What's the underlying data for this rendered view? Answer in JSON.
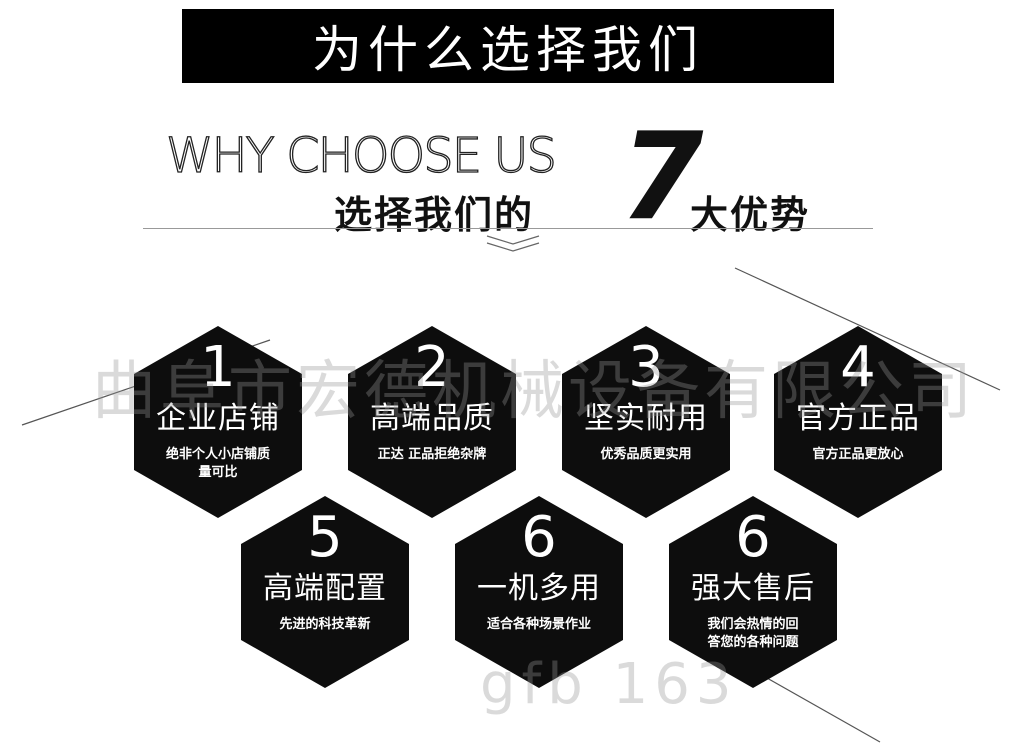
{
  "header": {
    "title": "为什么选择我们",
    "english_title": "WHY CHOOSE US",
    "subtitle_prefix": "选择我们的",
    "subtitle_number": "7",
    "subtitle_suffix": "大优势"
  },
  "watermark": {
    "company": "曲阜市宏德机械设备有限公司",
    "partial_url": "gfb     163"
  },
  "features": [
    {
      "number": "1",
      "title": "企业店铺",
      "desc_line1": "绝非个人小店铺质",
      "desc_line2": "量可比"
    },
    {
      "number": "2",
      "title": "高端品质",
      "desc_line1": "正达 正品拒绝杂牌",
      "desc_line2": ""
    },
    {
      "number": "3",
      "title": "坚实耐用",
      "desc_line1": "优秀品质更实用",
      "desc_line2": ""
    },
    {
      "number": "4",
      "title": "官方正品",
      "desc_line1": "官方正品更放心",
      "desc_line2": ""
    },
    {
      "number": "5",
      "title": "高端配置",
      "desc_line1": "先进的科技革新",
      "desc_line2": ""
    },
    {
      "number": "6",
      "title": "一机多用",
      "desc_line1": "适合各种场景作业",
      "desc_line2": ""
    },
    {
      "number": "6",
      "title": "强大售后",
      "desc_line1": "我们会热情的回",
      "desc_line2": "答您的各种问题"
    }
  ],
  "colors": {
    "hex_fill": "#0d0d0d",
    "background": "#ffffff",
    "banner": "#000000"
  }
}
